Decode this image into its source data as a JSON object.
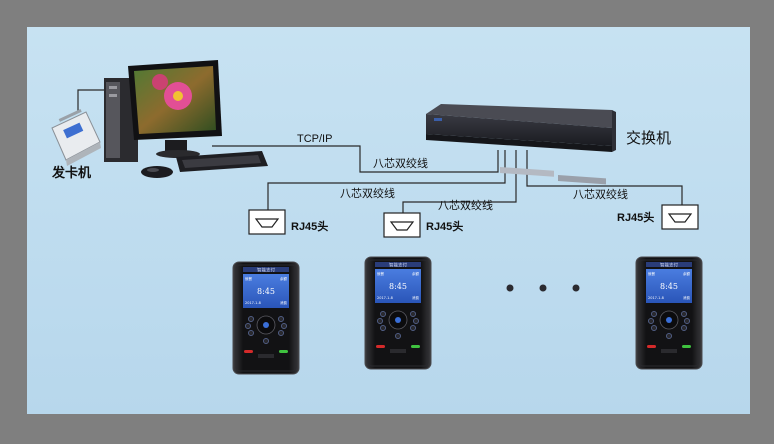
{
  "labels": {
    "card_issuer": "发卡机",
    "switch": "交换机",
    "tcp_ip": "TCP/IP",
    "cable_top": "八芯双绞线",
    "cable_left": "八芯双绞线",
    "cable_mid": "八芯双绞线",
    "cable_right": "八芯双绞线",
    "rj45_left": "RJ45头",
    "rj45_mid": "RJ45头",
    "rj45_right": "RJ45头"
  },
  "terminal": {
    "brand": "智能支付",
    "time": "8:45",
    "line_top_left": "就餐",
    "line_top_right": "余额",
    "line_bottom_left": "2017-1-8",
    "line_bottom_right": "消费"
  },
  "colors": {
    "frame": "#7f7f7f",
    "panel": "#bddbee",
    "switch_body": "#26272d",
    "terminal_body": "#1c1c1e",
    "terminal_screen": "#2f62c7",
    "led_red": "#d42a2a",
    "led_green": "#3fc23f"
  }
}
